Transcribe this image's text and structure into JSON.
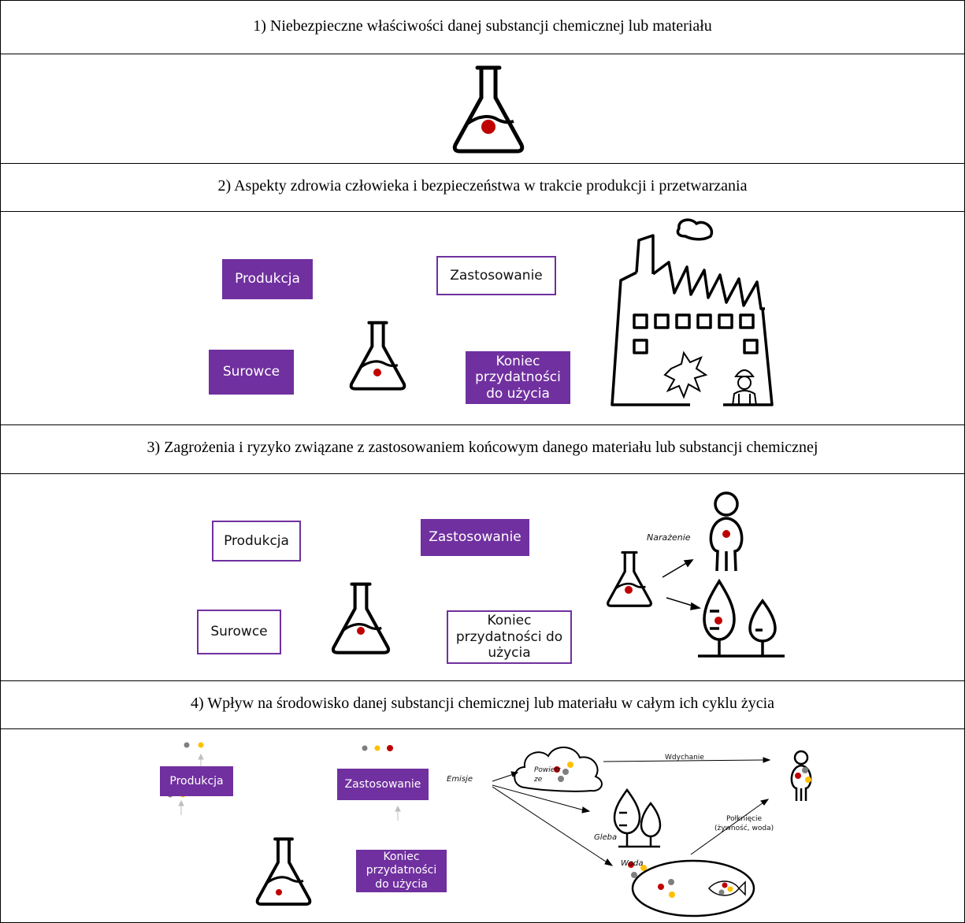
{
  "sections": [
    {
      "heading": "1)   Niebezpieczne właściwości danej substancji chemicznej lub materiału"
    },
    {
      "heading": "2)   Aspekty zdrowia człowieka i bezpieczeństwa w trakcie produkcji i przetwarzania",
      "boxes": {
        "production": "Produkcja",
        "use": "Zastosowanie",
        "raw": "Surowce",
        "eol": [
          "Koniec",
          "przydatności",
          "do użycia"
        ]
      }
    },
    {
      "heading": "3)   Zagrożenia i ryzyko związane z zastosowaniem końcowym danego materiału lub substancji chemicznej",
      "boxes": {
        "production": "Produkcja",
        "use": "Zastosowanie",
        "raw": "Surowce",
        "eol": [
          "Koniec",
          "przydatności do",
          "użycia"
        ]
      },
      "exposure_label": "Narażenie"
    },
    {
      "heading": "4)   Wpływ na środowisko danej substancji chemicznej lub materiału w całym ich cyklu życia",
      "boxes": {
        "production": "Produkcja",
        "use": "Zastosowanie",
        "eol": [
          "Koniec",
          "przydatności",
          "do użycia"
        ]
      },
      "labels": {
        "emissions": "Emisje",
        "air": [
          "Powietr",
          "ze"
        ],
        "inhaled": "Wdychanie",
        "soil": "Gleba",
        "water": "Woda",
        "swallowed": [
          "Połknięcie",
          "(żywność, woda)"
        ]
      }
    }
  ],
  "colors": {
    "purple": "#70309f",
    "red": "#c00000",
    "grey": "#7f7f7f",
    "yellow": "#ffc000"
  },
  "icons": [
    "flask-icon",
    "factory-icon",
    "explosion-icon",
    "worker-icon",
    "person-icon",
    "tree-icon",
    "cloud-icon",
    "fish-icon"
  ]
}
